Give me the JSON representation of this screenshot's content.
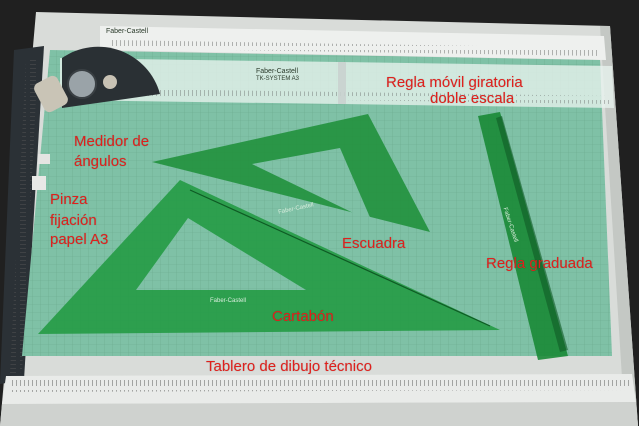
{
  "labels": {
    "regla_movil_line1": "Regla móvil giratoria",
    "regla_movil_line2": "doble escala",
    "medidor_line1": "Medidor de",
    "medidor_line2": "ángulos",
    "pinza_line1": "Pinza",
    "pinza_line2": "fijación",
    "pinza_line3": "papel A3",
    "escuadra": "Escuadra",
    "regla_graduada": "Regla graduada",
    "cartabon": "Cartabón",
    "tablero": "Tablero de dibujo técnico"
  },
  "printed": {
    "board_brand": "Faber-Castell",
    "ruler_brand": "Faber-Castell",
    "ruler_model": "TK-SYSTEM A3",
    "escuadra_brand": "Faber-Castell",
    "cartabon_brand": "Faber-Castell",
    "regla_brand": "Faber-Castell"
  },
  "colors": {
    "annotation": "#e0201c",
    "board_frame": "#dcdedc",
    "drawing_surface": "#7fc1a6",
    "green_tools": "#1f8f3a"
  }
}
